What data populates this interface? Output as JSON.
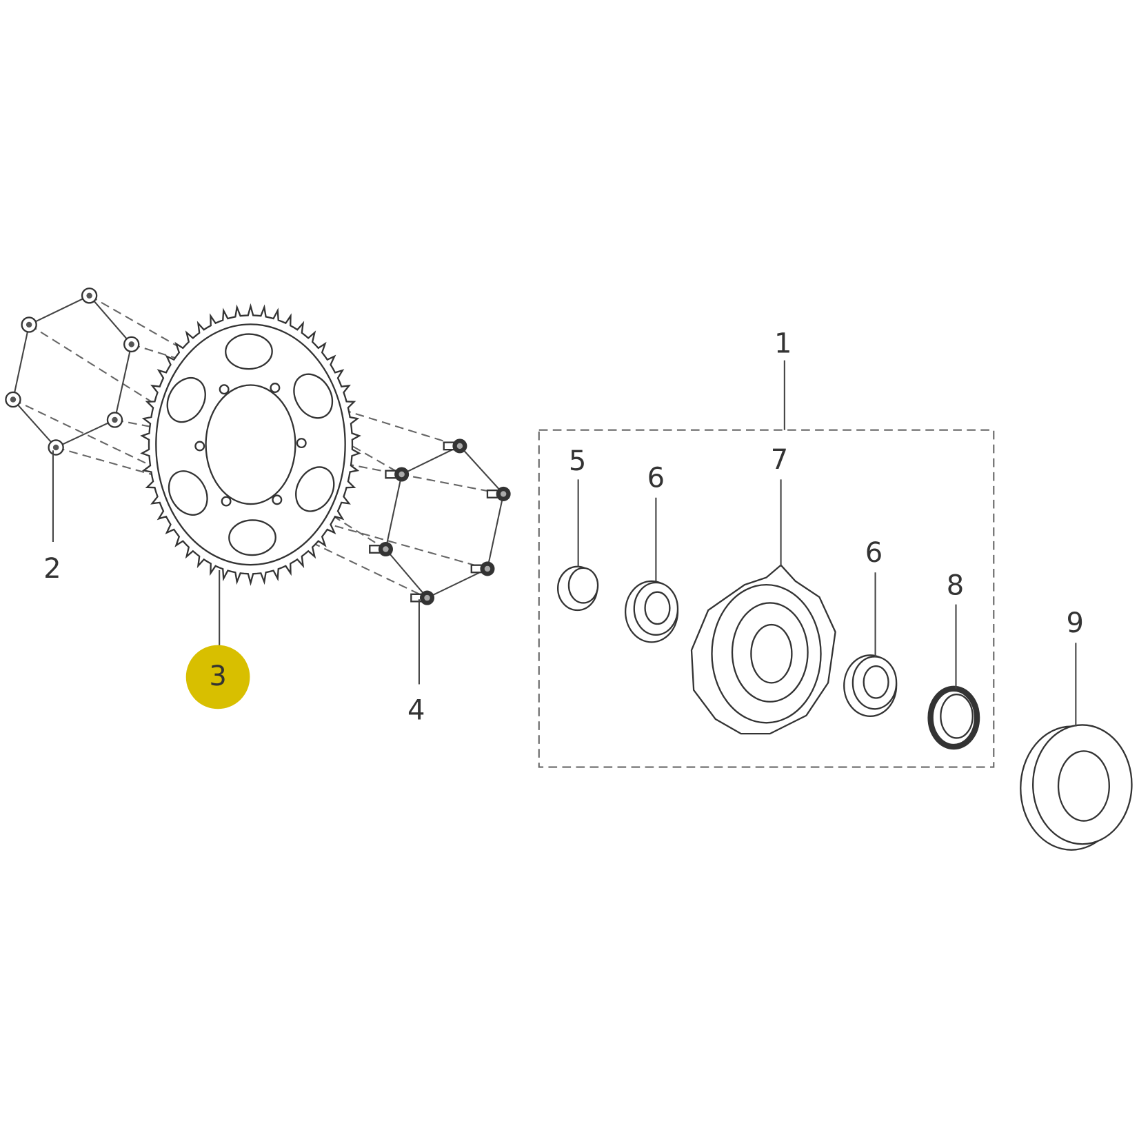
{
  "diagram": {
    "highlight_color": "#d8bf00",
    "highlighted_callout": "3",
    "callouts": [
      {
        "id": "c1",
        "label": "1",
        "part": "rear-hub-assembly"
      },
      {
        "id": "c2",
        "label": "2",
        "part": "sprocket-nut"
      },
      {
        "id": "c3",
        "label": "3",
        "part": "rear-sprocket"
      },
      {
        "id": "c4",
        "label": "4",
        "part": "sprocket-bolt"
      },
      {
        "id": "c5",
        "label": "5",
        "part": "spacer"
      },
      {
        "id": "c6a",
        "label": "6",
        "part": "bearing"
      },
      {
        "id": "c7",
        "label": "7",
        "part": "sprocket-carrier"
      },
      {
        "id": "c6b",
        "label": "6",
        "part": "bearing"
      },
      {
        "id": "c8",
        "label": "8",
        "part": "oil-seal"
      },
      {
        "id": "c9",
        "label": "9",
        "part": "cush-drive-damper"
      }
    ]
  }
}
